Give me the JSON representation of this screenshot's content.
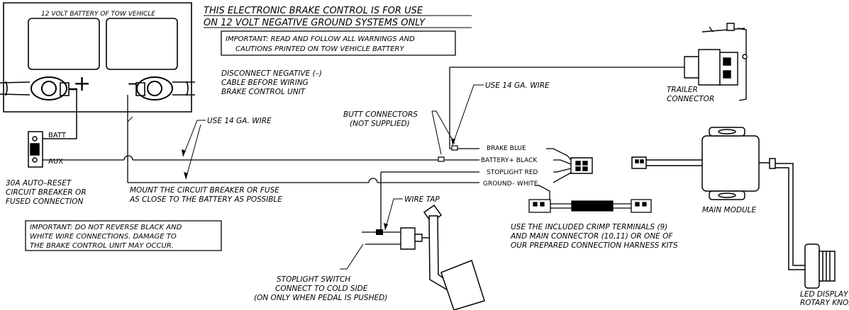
{
  "battery": {
    "label": "12 VOLT BATTERY OF TOW VEHICLE",
    "plus": "+",
    "minus": "–"
  },
  "header": {
    "line1": "THIS ELECTRONIC BRAKE CONTROL IS FOR USE",
    "line2": "ON 12 VOLT NEGATIVE GROUND SYSTEMS ONLY"
  },
  "important_battery": {
    "line1": "IMPORTANT: READ AND FOLLOW ALL WARNINGS AND",
    "line2": "CAUTIONS PRINTED ON TOW VEHICLE BATTERY"
  },
  "disconnect_note": {
    "line1": "DISCONNECT NEGATIVE (–)",
    "line2": "CABLE BEFORE WIRING",
    "line3": "BRAKE CONTROL UNIT"
  },
  "breaker": {
    "batt": "BATT",
    "aux": "AUX",
    "line1": "30A AUTO–RESET",
    "line2": "CIRCUIT BREAKER OR",
    "line3": "FUSED CONNECTION"
  },
  "wire_notes": {
    "use14_left": "USE 14 GA. WIRE",
    "use14_right": "USE 14 GA. WIRE",
    "butt1": "BUTT CONNECTORS",
    "butt2": "(NOT SUPPLIED)",
    "mount1": "MOUNT THE CIRCUIT BREAKER OR FUSE",
    "mount2": "AS CLOSE TO THE BATTERY AS POSSIBLE",
    "wire_tap": "WIRE TAP"
  },
  "wires": {
    "brake": "BRAKE  BLUE",
    "battery": "BATTERY+  BLACK",
    "stoplight": "STOPLIGHT  RED",
    "ground": "GROUND–  WHITE"
  },
  "important_wiring": {
    "line1": "IMPORTANT: DO NOT REVERSE BLACK AND",
    "line2": "WHITE WIRE CONNECTIONS. DAMAGE TO",
    "line3": "THE BRAKE CONTROL UNIT MAY OCCUR."
  },
  "stoplight_switch": {
    "line1": "STOPLIGHT SWITCH",
    "line2": "CONNECT TO COLD SIDE",
    "line3": "(ON ONLY WHEN PEDAL IS PUSHED)"
  },
  "crimp_note": {
    "line1": "USE THE INCLUDED CRIMP TERMINALS (9)",
    "line2": "AND MAIN CONNECTOR (10,11) OR ONE OF",
    "line3": "OUR PREPARED CONNECTION HARNESS KITS"
  },
  "trailer": {
    "line1": "TRAILER",
    "line2": "CONNECTOR"
  },
  "main_module": "MAIN MODULE",
  "led": {
    "line1": "LED DISPLAY",
    "line2": "ROTARY KNOB"
  }
}
